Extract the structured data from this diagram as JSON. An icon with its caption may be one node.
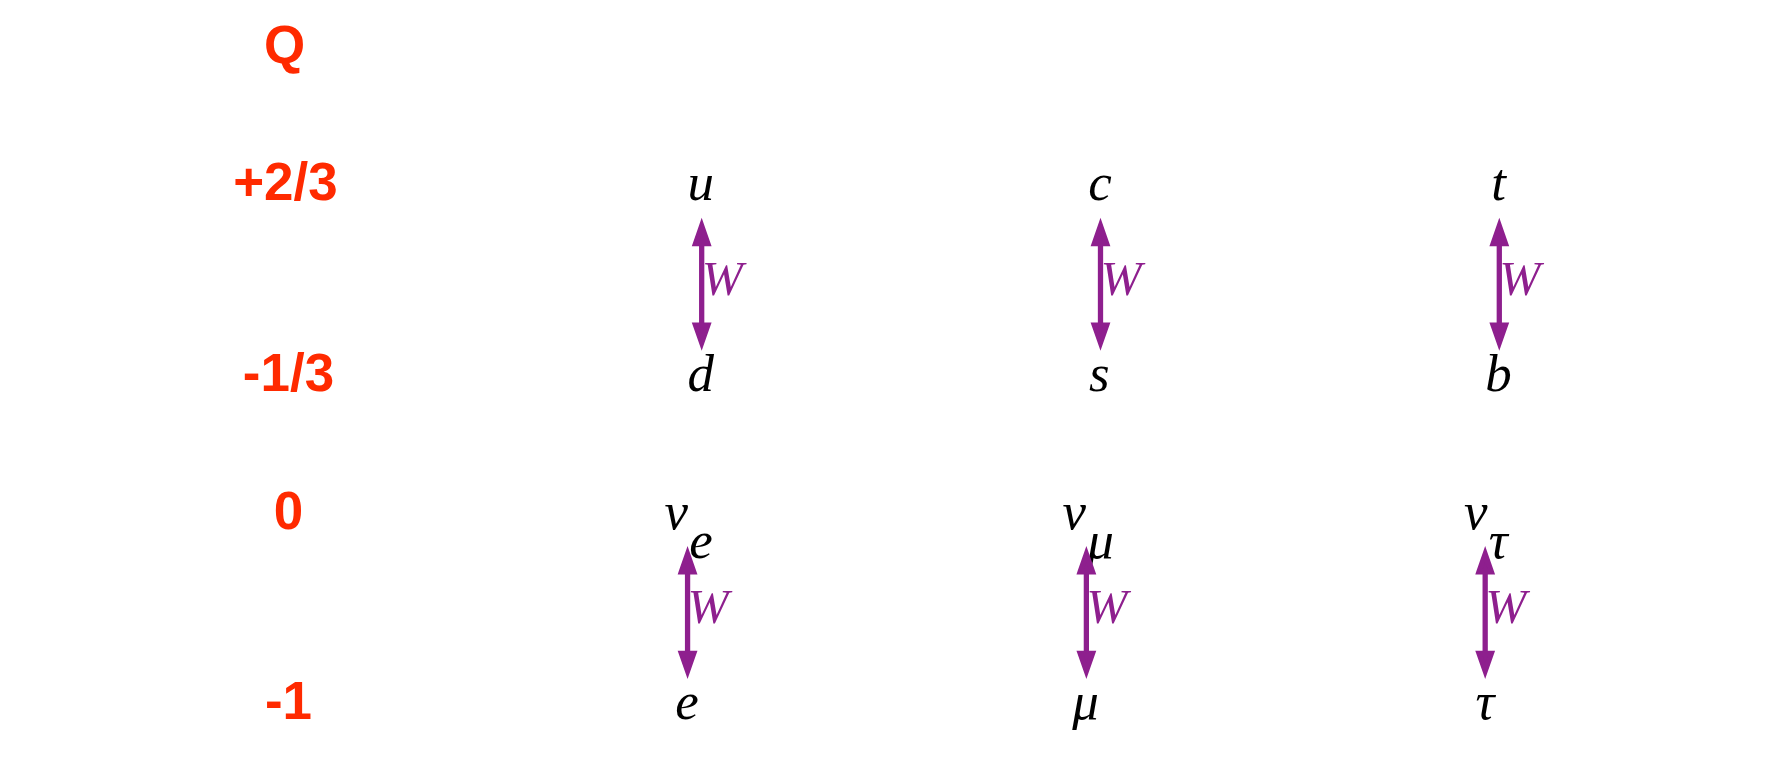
{
  "diagram": {
    "nodes": [
      {
        "text": [
          "u"
        ]
      },
      {
        "text": [
          "d"
        ]
      },
      {
        "text": [
          "c"
        ]
      },
      {
        "text": [
          "s"
        ]
      },
      {
        "text": [
          "t"
        ]
      },
      {
        "text": [
          "b"
        ]
      },
      {
        "text": [
          "ν$_{e}$"
        ]
      },
      {
        "text": [
          "e"
        ]
      },
      {
        "text": [
          "ν$_{μ}$"
        ]
      },
      {
        "text": [
          "μ"
        ]
      },
      {
        "text": [
          "ν$_{τ}$"
        ]
      },
      {
        "text": [
          "τ"
        ]
      }
    ],
    "edges": [
      {
        "from": 0,
        "to": 1,
        "arrow": "both",
        "label": "W"
      },
      {
        "from": 2,
        "to": 3,
        "arrow": "both",
        "label": "W"
      },
      {
        "from": 4,
        "to": 5,
        "arrow": "both",
        "label": "W"
      },
      {
        "from": 6,
        "to": 7,
        "arrow": "both",
        "label": "W"
      },
      {
        "from": 8,
        "to": 9,
        "arrow": "both",
        "label": "W"
      },
      {
        "from": 10,
        "to": 11,
        "arrow": "both",
        "label": "W"
      }
    ],
    "labels": [
      "Q",
      "+2/3",
      "-1/3",
      "0",
      "-1"
    ]
  }
}
